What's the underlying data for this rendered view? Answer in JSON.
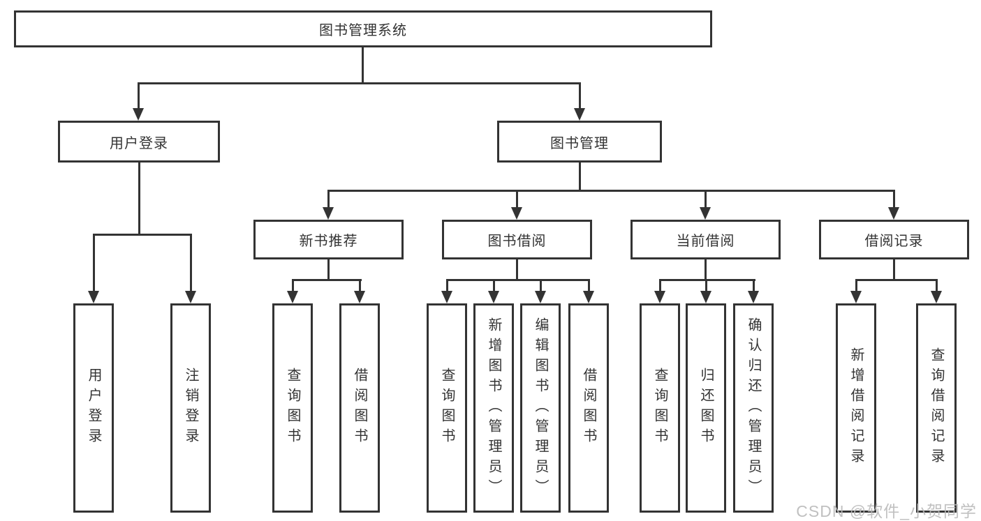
{
  "colors": {
    "line": "#333333",
    "box_border": "#333333",
    "box_fill": "#ffffff",
    "text": "#333333",
    "background": "#ffffff",
    "watermark": "#b9b9b9"
  },
  "watermark": {
    "text": "CSDN @软件_小贺同学"
  },
  "tree": {
    "root": {
      "label": "图书管理系统"
    },
    "branches": [
      {
        "label": "用户登录",
        "children": [
          {
            "label": "用户登录"
          },
          {
            "label": "注销登录"
          }
        ]
      },
      {
        "label": "图书管理",
        "children": [
          {
            "label": "新书推荐",
            "children": [
              {
                "label": "查询图书"
              },
              {
                "label": "借阅图书"
              }
            ]
          },
          {
            "label": "图书借阅",
            "children": [
              {
                "label": "查询图书"
              },
              {
                "label": "新增图书（管理员）"
              },
              {
                "label": "编辑图书（管理员）"
              },
              {
                "label": "借阅图书"
              }
            ]
          },
          {
            "label": "当前借阅",
            "children": [
              {
                "label": "查询图书"
              },
              {
                "label": "归还图书"
              },
              {
                "label": "确认归还（管理员）"
              }
            ]
          },
          {
            "label": "借阅记录",
            "children": [
              {
                "label": "新增借阅记录"
              },
              {
                "label": "查询借阅记录"
              }
            ]
          }
        ]
      }
    ]
  }
}
